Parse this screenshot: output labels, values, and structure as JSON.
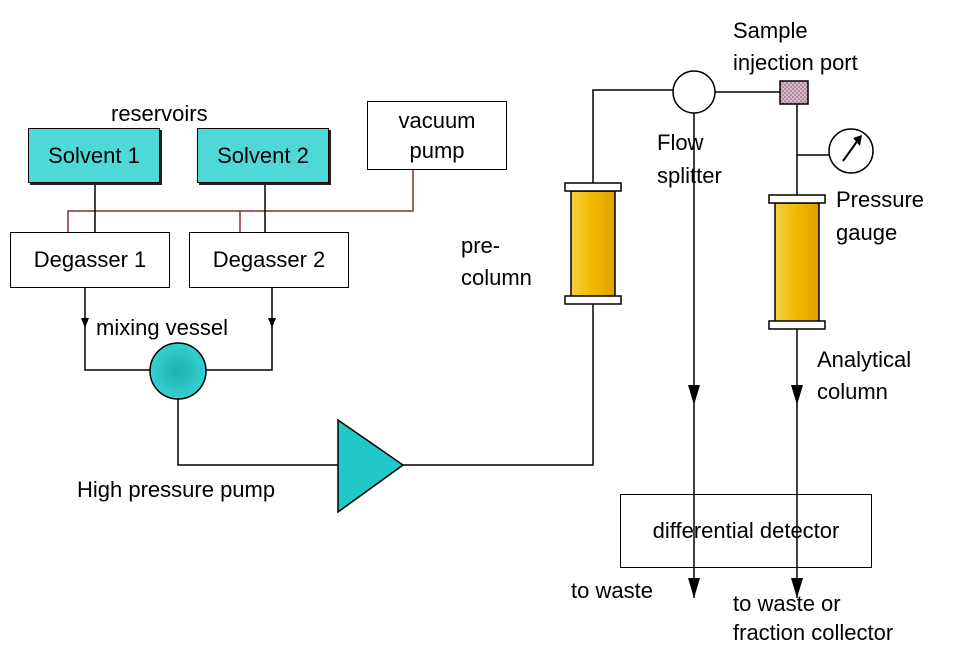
{
  "diagram": {
    "labels": {
      "reservoirs": "reservoirs",
      "solvent_1": "Solvent 1",
      "solvent_2": "Solvent 2",
      "vacuum_pump_line1": "vacuum",
      "vacuum_pump_line2": "pump",
      "degasser_1": "Degasser 1",
      "degasser_2": "Degasser 2",
      "mixing_vessel": "mixing vessel",
      "high_pressure_pump": "High pressure pump",
      "pre_column_line1": "pre-",
      "pre_column_line2": "column",
      "sample_injection_line1": "Sample",
      "sample_injection_line2": "injection port",
      "flow_splitter_line1": "Flow",
      "flow_splitter_line2": "splitter",
      "pressure_gauge_line1": "Pressure",
      "pressure_gauge_line2": "gauge",
      "analytical_column_line1": "Analytical",
      "analytical_column_line2": "column",
      "differential_detector": "differential detector",
      "to_waste": "to waste",
      "to_waste_or_line1": "to waste or",
      "to_waste_or_line2": "fraction collector"
    },
    "colors": {
      "solvent_fill": "#4fd8d8",
      "mixing_vessel_fill": "#2ec4c4",
      "pump_fill": "#22c8c8",
      "column_fill": "#f2b800",
      "vacuum_line": "#8b2a2a",
      "injection_port_fill": "#c8a0b8"
    }
  }
}
